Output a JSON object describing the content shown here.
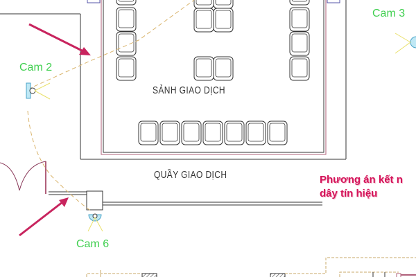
{
  "labels": {
    "cam2": "Cam 2",
    "cam3": "Cam 3",
    "cam6": "Cam 6",
    "lobby": "SẢNH GIAO DỊCH",
    "counter": "QUẦY GIAO DỊCH",
    "note_line1": "Phương án kết n",
    "note_line2": "dây tín hiệu"
  },
  "colors": {
    "camera_label": "#3fcf4f",
    "arrow": "#d4145a",
    "cable": "#d9b36a",
    "wall_accent": "#b0607a",
    "note": "#d4145a"
  }
}
